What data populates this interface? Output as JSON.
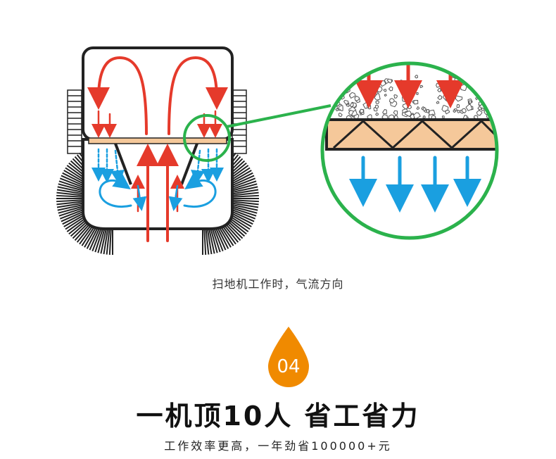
{
  "diagram": {
    "caption": "扫地机工作时，气流方向",
    "colors": {
      "airflow_in": "#e53a2b",
      "airflow_out": "#1a9fe0",
      "magnifier_ring": "#2bb24c",
      "filter_fill": "#f5c89a",
      "outline": "#222222"
    }
  },
  "badge": {
    "number": "04",
    "color": "#f08a00"
  },
  "headline": "一机顶10人 省工省力",
  "subline": "工作效率更高，一年劲省100000+元"
}
